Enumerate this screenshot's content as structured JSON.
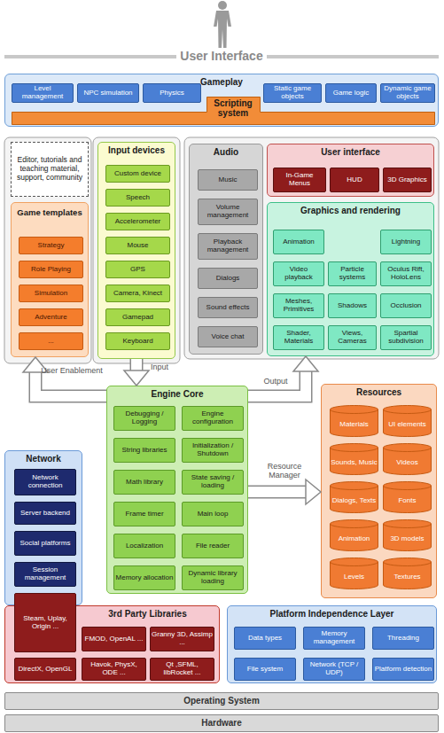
{
  "diagram": {
    "nodes": [
      {
        "text": [
          "Gameplay"
        ]
      },
      {
        "text": [
          "Level management"
        ],
        "in": 0
      },
      {
        "text": [
          "NPC simulation"
        ],
        "in": 0
      },
      {
        "text": [
          "Physics"
        ],
        "in": 0
      },
      {
        "text": [
          "Static game objects"
        ],
        "in": 0
      },
      {
        "text": [
          "Game logic"
        ],
        "in": 0
      },
      {
        "text": [
          "Dynamic game objects"
        ],
        "in": 0
      },
      {
        "text": [
          "Scripting system"
        ],
        "in": 0
      },
      {
        "text": [
          "Editor, tutorials and teaching material, support, community"
        ]
      },
      {
        "text": [
          "Game templates"
        ]
      },
      {
        "text": [
          "Strategy"
        ],
        "in": 9
      },
      {
        "text": [
          "Role Playing"
        ],
        "in": 9
      },
      {
        "text": [
          "Simulation"
        ],
        "in": 9
      },
      {
        "text": [
          "Adventure"
        ],
        "in": 9
      },
      {
        "text": [
          "..."
        ],
        "in": 9
      },
      {
        "text": [
          "Input devices"
        ]
      },
      {
        "text": [
          "Custom device"
        ],
        "in": 15
      },
      {
        "text": [
          "Speech"
        ],
        "in": 15
      },
      {
        "text": [
          "Accelerometer"
        ],
        "in": 15
      },
      {
        "text": [
          "Mouse"
        ],
        "in": 15
      },
      {
        "text": [
          "GPS"
        ],
        "in": 15
      },
      {
        "text": [
          "Camera, Kinect"
        ],
        "in": 15
      },
      {
        "text": [
          "Gamepad"
        ],
        "in": 15
      },
      {
        "text": [
          "Keyboard"
        ],
        "in": 15
      },
      {
        "text": [
          "Audio"
        ]
      },
      {
        "text": [
          "Music"
        ],
        "in": 24
      },
      {
        "text": [
          "Volume management"
        ],
        "in": 24
      },
      {
        "text": [
          "Playback management"
        ],
        "in": 24
      },
      {
        "text": [
          "Dialogs"
        ],
        "in": 24
      },
      {
        "text": [
          "Sound effects"
        ],
        "in": 24
      },
      {
        "text": [
          "Voice chat"
        ],
        "in": 24
      },
      {
        "text": [
          "User interface"
        ]
      },
      {
        "text": [
          "In-Game Menus"
        ],
        "in": 31
      },
      {
        "text": [
          "HUD"
        ],
        "in": 31
      },
      {
        "text": [
          "3D Graphics"
        ],
        "in": 31
      },
      {
        "text": [
          "Graphics and rendering"
        ]
      },
      {
        "text": [
          "Animation"
        ],
        "in": 35
      },
      {
        "text": [
          "Lightning"
        ],
        "in": 35
      },
      {
        "text": [
          "Video playback"
        ],
        "in": 35
      },
      {
        "text": [
          "Particle systems"
        ],
        "in": 35
      },
      {
        "text": [
          "Oculus Rift, HoloLens"
        ],
        "in": 35
      },
      {
        "text": [
          "Meshes, Primitives"
        ],
        "in": 35
      },
      {
        "text": [
          "Shadows"
        ],
        "in": 35
      },
      {
        "text": [
          "Occlusion"
        ],
        "in": 35
      },
      {
        "text": [
          "Shader, Materials"
        ],
        "in": 35
      },
      {
        "text": [
          "Views, Cameras"
        ],
        "in": 35
      },
      {
        "text": [
          "Spartial subdivision"
        ],
        "in": 35
      },
      {
        "text": [
          "Engine Core"
        ]
      },
      {
        "text": [
          "Debugging / Logging"
        ],
        "in": 47
      },
      {
        "text": [
          "Engine configuration"
        ],
        "in": 47
      },
      {
        "text": [
          "String libraries"
        ],
        "in": 47
      },
      {
        "text": [
          "Initialization / Shutdown"
        ],
        "in": 47
      },
      {
        "text": [
          "Math library"
        ],
        "in": 47
      },
      {
        "text": [
          "State saving / loading"
        ],
        "in": 47
      },
      {
        "text": [
          "Frame timer"
        ],
        "in": 47
      },
      {
        "text": [
          "Main loop"
        ],
        "in": 47
      },
      {
        "text": [
          "Localization"
        ],
        "in": 47
      },
      {
        "text": [
          "File reader"
        ],
        "in": 47
      },
      {
        "text": [
          "Memory allocation"
        ],
        "in": 47
      },
      {
        "text": [
          "Dynamic library loading"
        ],
        "in": 47
      },
      {
        "text": [
          "Resources"
        ]
      },
      {
        "text": [
          "Materials"
        ],
        "in": 60
      },
      {
        "text": [
          "UI elements"
        ],
        "in": 60
      },
      {
        "text": [
          "Sounds, Music"
        ],
        "in": 60
      },
      {
        "text": [
          "Videos"
        ],
        "in": 60
      },
      {
        "text": [
          "Dialogs, Texts"
        ],
        "in": 60
      },
      {
        "text": [
          "Fonts"
        ],
        "in": 60
      },
      {
        "text": [
          "Animation"
        ],
        "in": 60
      },
      {
        "text": [
          "3D models"
        ],
        "in": 60
      },
      {
        "text": [
          "Levels"
        ],
        "in": 60
      },
      {
        "text": [
          "Textures"
        ],
        "in": 60
      },
      {
        "text": [
          "Network"
        ]
      },
      {
        "text": [
          "Network connection"
        ],
        "in": 71
      },
      {
        "text": [
          "Server backend"
        ],
        "in": 71
      },
      {
        "text": [
          "Social platforms"
        ],
        "in": 71
      },
      {
        "text": [
          "Session management"
        ],
        "in": 71
      },
      {
        "text": [
          "3rd Party Libraries"
        ]
      },
      {
        "text": [
          "Steam, Uplay, Origin ..."
        ],
        "in": 76
      },
      {
        "text": [
          "FMOD, OpenAL ..."
        ],
        "in": 76
      },
      {
        "text": [
          "Granny 3D, Assimp ..."
        ],
        "in": 76
      },
      {
        "text": [
          "DirectX, OpenGL"
        ],
        "in": 76
      },
      {
        "text": [
          "Havok, PhysX, ODE ..."
        ],
        "in": 76
      },
      {
        "text": [
          "Qt ,SFML, libRocket ..."
        ],
        "in": 76
      },
      {
        "text": [
          "Platform Independence Layer"
        ]
      },
      {
        "text": [
          "Data types"
        ],
        "in": 83
      },
      {
        "text": [
          "Memory management"
        ],
        "in": 83
      },
      {
        "text": [
          "Threading"
        ],
        "in": 83
      },
      {
        "text": [
          "File system"
        ],
        "in": 83
      },
      {
        "text": [
          "Network (TCP / UDP)"
        ],
        "in": 83
      },
      {
        "text": [
          "Platform detection"
        ],
        "in": 83
      },
      {
        "text": [
          "Operating System"
        ]
      },
      {
        "text": [
          "Hardware"
        ]
      }
    ],
    "edges": [
      {
        "from": 15,
        "to": 47,
        "arrow": "to",
        "label": "Input"
      },
      {
        "from": 47,
        "to": 9,
        "arrow": "to",
        "label": "User Enablement"
      },
      {
        "from": 47,
        "to": 35,
        "arrow": "to",
        "label": "Output"
      },
      {
        "from": 47,
        "to": 60,
        "arrow": "to",
        "label": "Resource Manager"
      }
    ],
    "labels": [
      "User Interface"
    ]
  }
}
